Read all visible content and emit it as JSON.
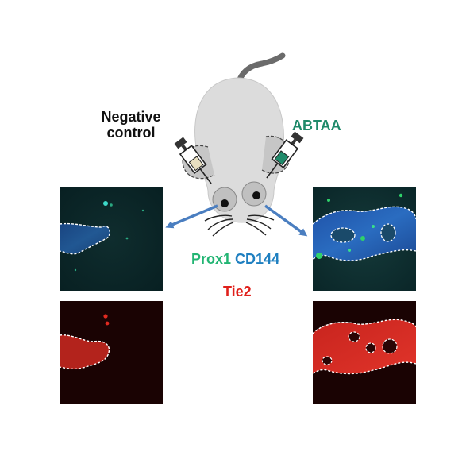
{
  "labels": {
    "negative_control": "Negative\ncontrol",
    "abtaa": "ABTAA",
    "prox1": "Prox1",
    "cd144": "CD144",
    "tie2": "Tie2"
  },
  "colors": {
    "abtaa": "#1f8a6a",
    "prox1": "#22b573",
    "cd144": "#1e7fc0",
    "tie2": "#e0201b",
    "negative": "#111111",
    "arrow": "#4a7ec0",
    "mouse_body": "#dcdcdc",
    "syringe_fill_control": "#e8dfc0",
    "syringe_fill_abtaa": "#1f8a6a"
  },
  "panels": [
    {
      "name": "negative-merged-panel",
      "stain": "Prox1/CD144",
      "group": "negative_control"
    },
    {
      "name": "negative-tie2-panel",
      "stain": "Tie2",
      "group": "negative_control"
    },
    {
      "name": "abtaa-merged-panel",
      "stain": "Prox1/CD144",
      "group": "abtaa"
    },
    {
      "name": "abtaa-tie2-panel",
      "stain": "Tie2",
      "group": "abtaa"
    }
  ]
}
